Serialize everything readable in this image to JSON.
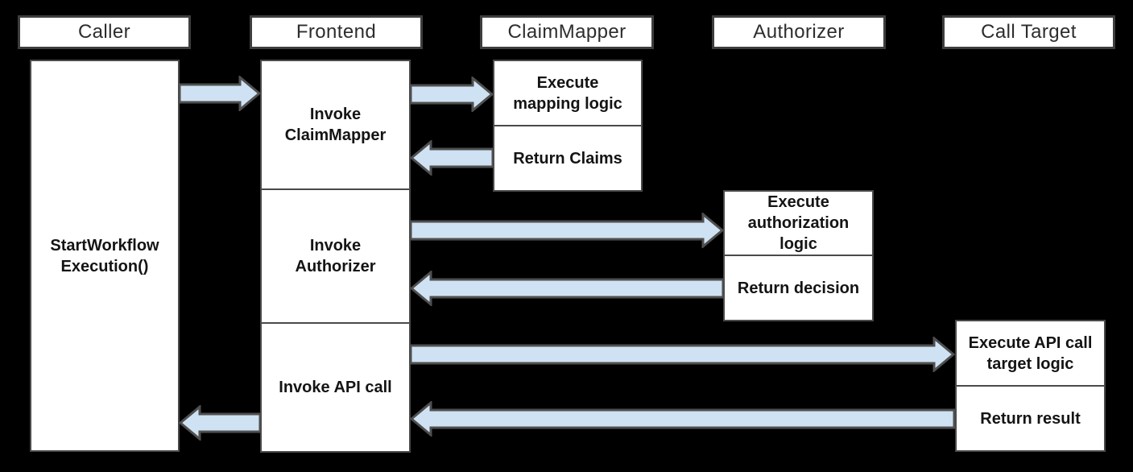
{
  "diagram": {
    "kind": "sequence-diagram",
    "background_color": "#000000",
    "box_fill_color": "#ffffff",
    "box_border_color": "#3e3e3e",
    "arrow_fill_color": "#cfe2f3",
    "arrow_stroke_color": "#4f4f4f",
    "lanes": [
      {
        "label": "Caller"
      },
      {
        "label": "Frontend"
      },
      {
        "label": "ClaimMapper"
      },
      {
        "label": "Authorizer"
      },
      {
        "label": "Call Target"
      }
    ],
    "activities": {
      "caller_main": "StartWorkflow\nExecution()",
      "frontend_invoke_claimmapper": "Invoke\nClaimMapper",
      "frontend_invoke_authorizer": "Invoke\nAuthorizer",
      "frontend_invoke_api_call": "Invoke API call",
      "claimmapper_execute": "Execute\nmapping logic",
      "claimmapper_return": "Return Claims",
      "authorizer_execute": "Execute\nauthorization\nlogic",
      "authorizer_return": "Return decision",
      "calltarget_execute": "Execute API call\ntarget logic",
      "calltarget_return": "Return result"
    },
    "arrows": [
      {
        "from": "Caller",
        "to": "Frontend",
        "direction": "right"
      },
      {
        "from": "Frontend",
        "to": "ClaimMapper",
        "direction": "right"
      },
      {
        "from": "ClaimMapper",
        "to": "Frontend",
        "direction": "left"
      },
      {
        "from": "Frontend",
        "to": "Authorizer",
        "direction": "right"
      },
      {
        "from": "Authorizer",
        "to": "Frontend",
        "direction": "left"
      },
      {
        "from": "Frontend",
        "to": "Call Target",
        "direction": "right"
      },
      {
        "from": "Call Target",
        "to": "Frontend",
        "direction": "left"
      },
      {
        "from": "Frontend",
        "to": "Caller",
        "direction": "left"
      }
    ]
  }
}
